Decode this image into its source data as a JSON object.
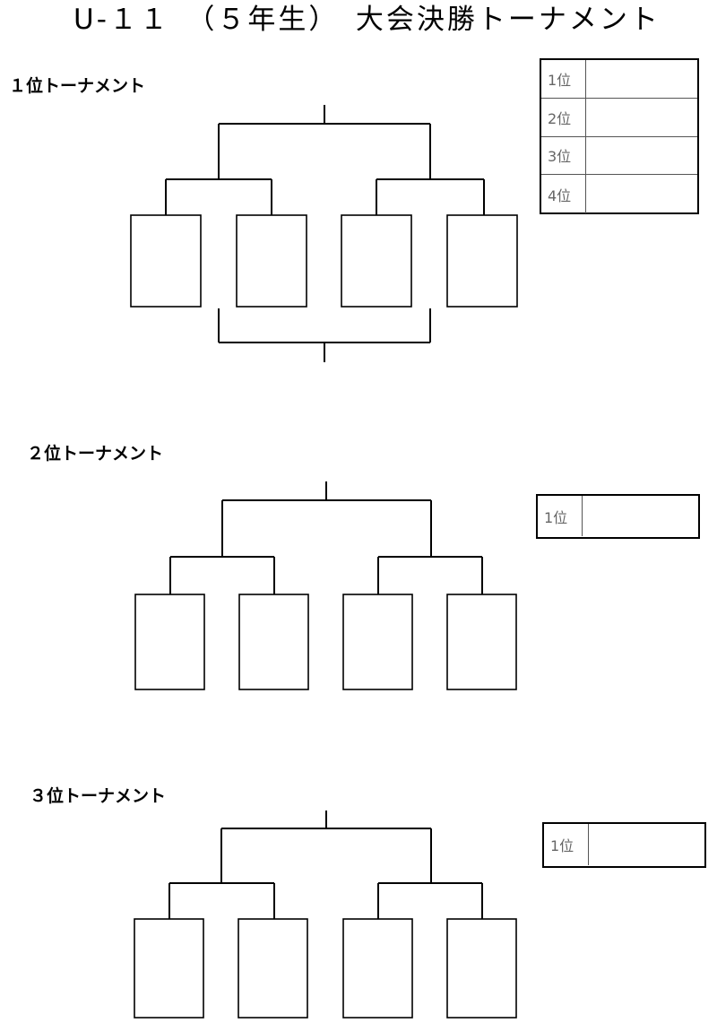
{
  "title": "U-１１　（５年生）　大会決勝トーナメント",
  "sections": [
    {
      "title": "１位トーナメント",
      "ranks": [
        "1位",
        "2位",
        "3位",
        "4位"
      ]
    },
    {
      "title": "２位トーナメント",
      "ranks": [
        "1位"
      ]
    },
    {
      "title": "３位トーナメント",
      "ranks": [
        "1位"
      ]
    }
  ]
}
